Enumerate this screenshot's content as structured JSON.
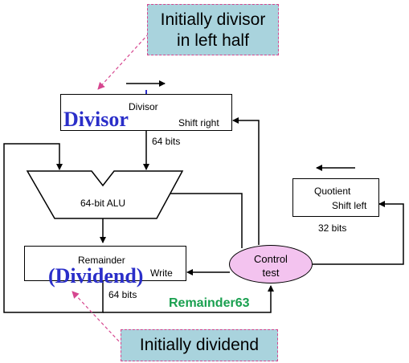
{
  "callouts": {
    "top_line1": "Initially divisor",
    "top_line2": "in left half",
    "bottom": "Initially dividend"
  },
  "divisor": {
    "name": "Divisor",
    "action": "Shift right",
    "width_label": "64 bits",
    "overlay": "Divisor"
  },
  "alu": {
    "label": "64-bit ALU"
  },
  "remainder": {
    "name": "Remainder",
    "action": "Write",
    "width_label": "64 bits",
    "overlay": "(Dividend)",
    "signal": "Remainder63"
  },
  "quotient": {
    "name": "Quotient",
    "action": "Shift left",
    "width_label": "32 bits"
  },
  "control": {
    "line1": "Control",
    "line2": "test"
  },
  "colors": {
    "callout_fill": "#a9d3dd",
    "callout_border": "#d6468f",
    "oval_fill": "#f3c3ef",
    "overlay_blue": "#2a2ec9",
    "signal_green": "#1aa050"
  }
}
